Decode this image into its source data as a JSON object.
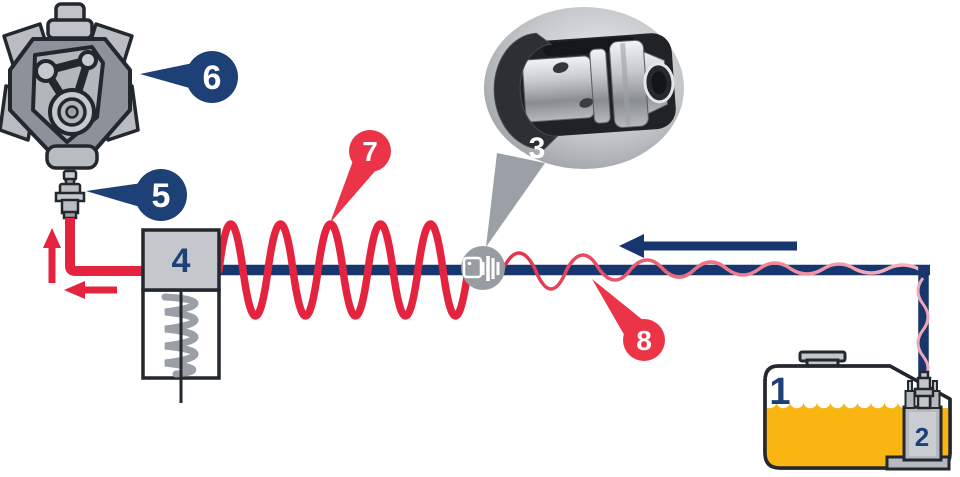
{
  "labels": {
    "fuel_tank": "1",
    "fuel_pump": "2",
    "hose_coupling_inset": "3",
    "pressure_regulator": "4",
    "outlet_fitting": "5",
    "engine": "6",
    "pulsation_coil": "7",
    "supply_line": "8"
  },
  "colors": {
    "line_red": "#e4243f",
    "line_navy": "#17366d",
    "bubble_navy": "#1d4077",
    "bubble_red": "#ec3448",
    "fuel_yellow": "#f9b511",
    "metal_gray": "#b9bdc2",
    "body_gray": "#8d929a",
    "panel_gray": "#b3b7bc",
    "light_gray": "#c6c9cd",
    "outline_dark": "#23272e",
    "balloon_gray": "#9aa0a5",
    "pink_wave": "#f2a7b6",
    "label_blue": "#1d4077"
  }
}
